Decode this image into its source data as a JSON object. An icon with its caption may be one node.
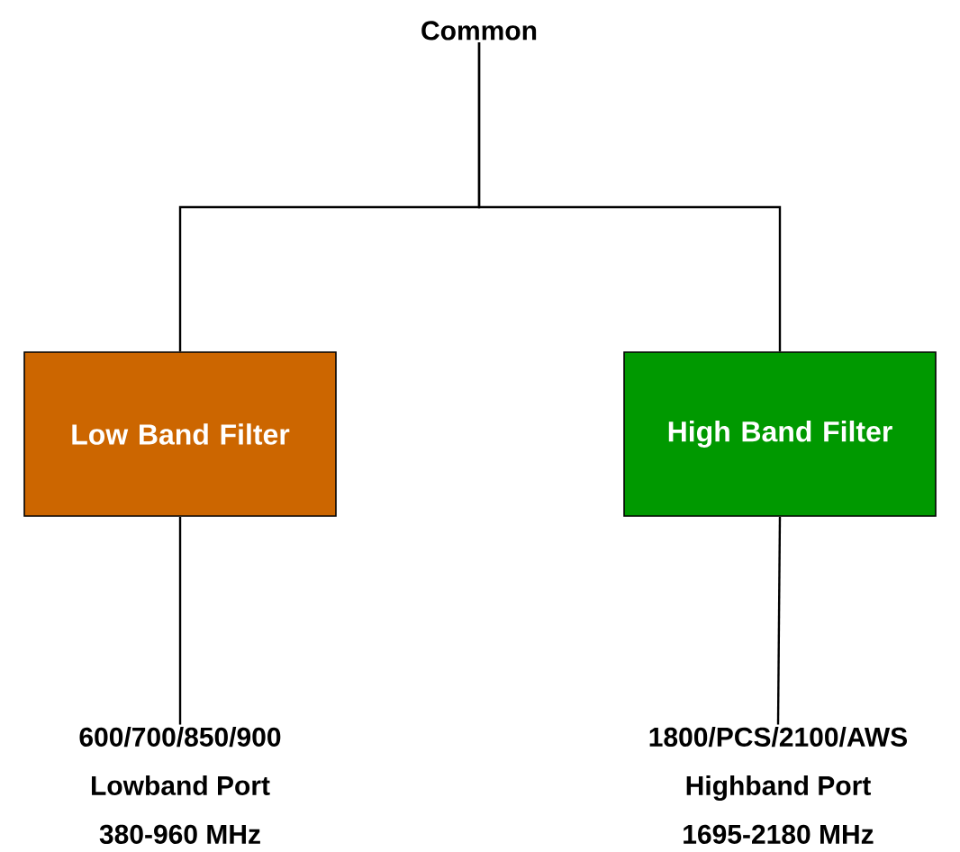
{
  "diagram": {
    "nodes": [
      {
        "text": [
          "Common"
        ]
      },
      {
        "text": [
          "Low Band Filter"
        ]
      },
      {
        "text": [
          "High Band Filter"
        ]
      },
      {
        "text": [
          "600/700/850/900",
          "Lowband Port",
          "380-960 MHz"
        ]
      },
      {
        "text": [
          "1800/PCS/2100/AWS",
          "Highband Port",
          "1695-2180 MHz"
        ]
      }
    ],
    "edges": [
      {
        "from": 0,
        "to": 1,
        "arrow": "none"
      },
      {
        "from": 0,
        "to": 2,
        "arrow": "none"
      },
      {
        "from": 1,
        "to": 3,
        "arrow": "none"
      },
      {
        "from": 2,
        "to": 4,
        "arrow": "none"
      }
    ]
  }
}
